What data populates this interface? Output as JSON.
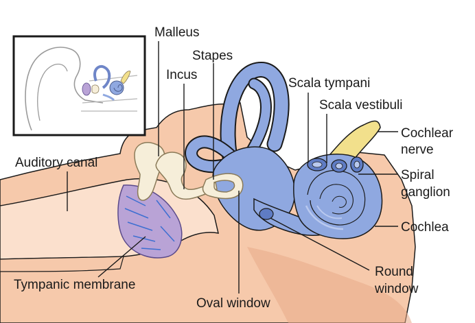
{
  "figure": {
    "subject": "Anatomy of the ear: outer, middle and inner ear",
    "colors": {
      "bone_tissue": "#f6c9ab",
      "bone_tissue_dark": "#e8a988",
      "canal": "#fbe0cd",
      "ossicles": "#f6eed9",
      "ossicle_outline": "#8a7a58",
      "labyrinth": "#8fa8e0",
      "labyrinth_dark": "#5f7cc4",
      "labyrinth_light": "#b9c9ef",
      "membrane": "#b9a3d6",
      "membrane_lines": "#3d6fd1",
      "nerve": "#f2e08c",
      "outline": "#1a1a1a"
    }
  },
  "labels": {
    "malleus": "Malleus",
    "incus": "Incus",
    "stapes": "Stapes",
    "scala_tympani": "Scala tympani",
    "scala_vestibuli": "Scala vestibuli",
    "cochlear_nerve_line1": "Cochlear",
    "cochlear_nerve_line2": "nerve",
    "spiral_ganglion_line1": "Spiral",
    "spiral_ganglion_line2": "ganglion",
    "cochlea": "Cochlea",
    "auditory_canal": "Auditory canal",
    "tympanic_membrane": "Tympanic membrane",
    "oval_window": "Oval window",
    "round_window_line1": "Round",
    "round_window_line2": "window"
  }
}
